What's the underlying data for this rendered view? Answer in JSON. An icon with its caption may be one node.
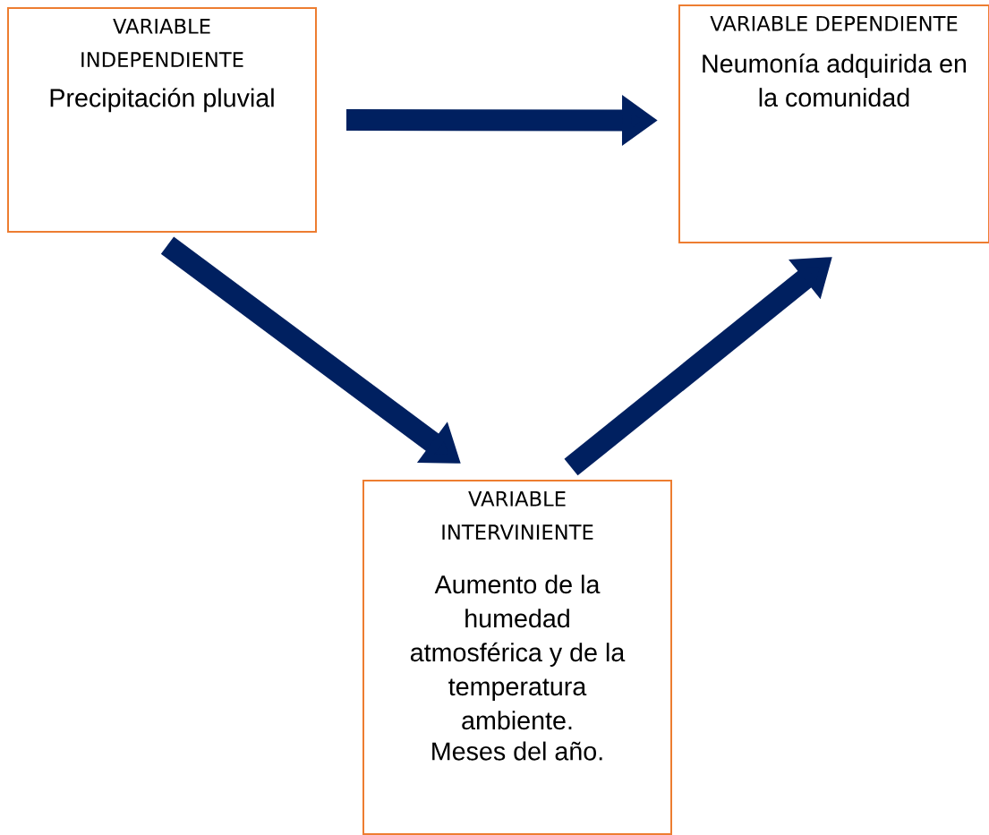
{
  "diagram": {
    "nodes": [
      {
        "text": [
          "VARIABLE INDEPENDIENTE",
          "Precipitación pluvial"
        ]
      },
      {
        "text": [
          "VARIABLE DEPENDIENTE",
          "Neumonía adquirida en la comunidad"
        ]
      },
      {
        "text": [
          "VARIABLE INTERVINIENTE",
          "Aumento de la humedad atmosférica y de la temperatura ambiente.",
          "Meses del año."
        ]
      }
    ],
    "edges": [
      {
        "from": 0,
        "to": 1,
        "arrow": "to"
      },
      {
        "from": 0,
        "to": 2,
        "arrow": "to"
      },
      {
        "from": 2,
        "to": 1,
        "arrow": "to"
      }
    ]
  }
}
